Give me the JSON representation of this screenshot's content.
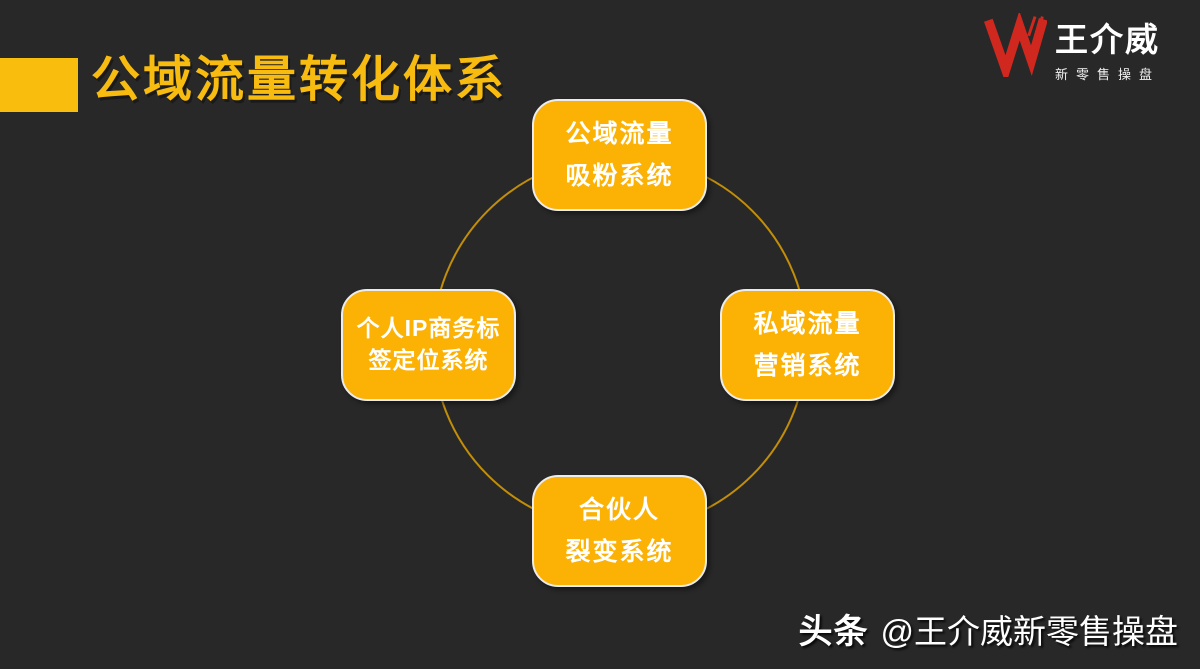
{
  "page": {
    "background": "#282828"
  },
  "header": {
    "title": "公域流量转化体系",
    "accent_color": "#F9BE0D"
  },
  "logo": {
    "brand": "王介威",
    "tagline": "新零售操盘",
    "mark": "W",
    "mark_color": "#D0281E"
  },
  "diagram": {
    "circle_color": "#C28E09",
    "node_fill": "#FCB105",
    "node_text_color": "#FFFFFF",
    "nodes": {
      "top": {
        "line1": "公域流量",
        "line2": "吸粉系统"
      },
      "right": {
        "line1": "私域流量",
        "line2": "营销系统"
      },
      "bottom": {
        "line1": "合伙人",
        "line2": "裂变系统"
      },
      "left": {
        "line1": "个人IP商务标",
        "line2": "签定位系统"
      }
    }
  },
  "footer": {
    "platform": "头条",
    "handle": "@王介威新零售操盘"
  }
}
